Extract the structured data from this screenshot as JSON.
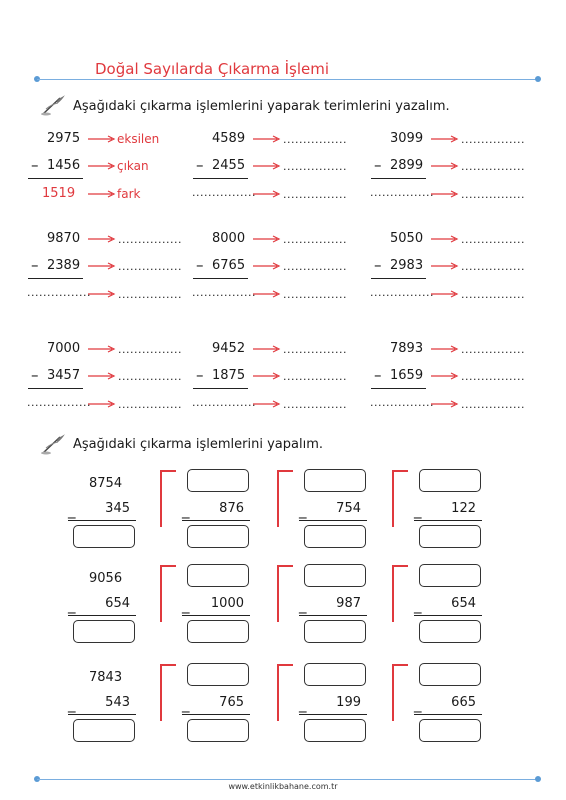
{
  "title": "Doğal Sayılarda Çıkarma İşlemi",
  "section1": {
    "instruction": "Aşağıdaki çıkarma işlemlerini yaparak terimlerini yazalım.",
    "dots": "................",
    "example": {
      "eksilen": "2975",
      "cikan": "1456",
      "fark": "1519",
      "labels": {
        "eksilen": "eksilen",
        "cikan": "çıkan",
        "fark": "fark"
      }
    },
    "problems": [
      {
        "a": "4589",
        "b": "2455"
      },
      {
        "a": "3099",
        "b": "2899"
      },
      {
        "a": "9870",
        "b": "2389"
      },
      {
        "a": "8000",
        "b": "6765"
      },
      {
        "a": "5050",
        "b": "2983"
      },
      {
        "a": "7000",
        "b": "3457"
      },
      {
        "a": "9452",
        "b": "1875"
      },
      {
        "a": "7893",
        "b": "1659"
      }
    ]
  },
  "section2": {
    "instruction": "Aşağıdaki çıkarma işlemlerini yapalım.",
    "rows": [
      {
        "first_top": "8754",
        "subs": [
          "345",
          "876",
          "754",
          "122"
        ]
      },
      {
        "first_top": "9056",
        "subs": [
          "654",
          "1000",
          "987",
          "654"
        ]
      },
      {
        "first_top": "7843",
        "subs": [
          "543",
          "765",
          "199",
          "665"
        ]
      }
    ]
  },
  "footer": "www.etkinlikbahane.com.tr",
  "colors": {
    "accent": "#e0393e",
    "rule": "#7aaee0",
    "text": "#1a1a1a"
  }
}
